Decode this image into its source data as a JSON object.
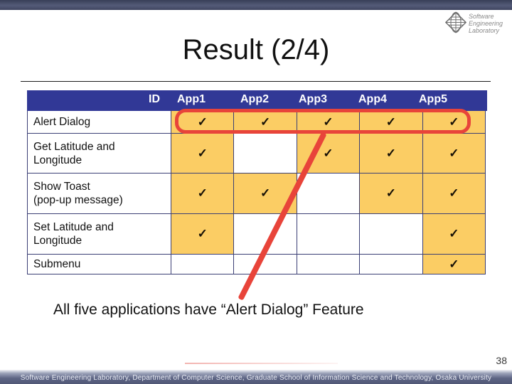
{
  "slide": {
    "title": "Result (2/4)",
    "caption": "All five applications have “Alert Dialog” Feature",
    "page_number": "38",
    "footer": "Software Engineering Laboratory, Department of Computer Science, Graduate School of Information Science and Technology, Osaka University"
  },
  "logo": {
    "lines": [
      "Software",
      "Engineering",
      "Laboratory"
    ]
  },
  "table": {
    "header": [
      "ID",
      "App1",
      "App2",
      "App3",
      "App4",
      "App5"
    ],
    "check_glyph": "✓",
    "rows": [
      {
        "label": "Alert Dialog",
        "checks": [
          true,
          true,
          true,
          true,
          true
        ]
      },
      {
        "label": "Get Latitude and\nLongitude",
        "checks": [
          true,
          false,
          true,
          true,
          true
        ]
      },
      {
        "label": "Show Toast\n(pop-up message)",
        "checks": [
          true,
          true,
          false,
          true,
          true
        ]
      },
      {
        "label": "Set Latitude and\nLongitude",
        "checks": [
          true,
          false,
          false,
          false,
          true
        ]
      },
      {
        "label": "Submenu",
        "checks": [
          false,
          false,
          false,
          false,
          true
        ]
      }
    ]
  },
  "colors": {
    "header_bg": "#313896",
    "checked_cell_bg": "#fbcd64",
    "table_border": "#3b3f75",
    "annotation_red": "#e8443a",
    "top_bar": "#474e6a",
    "footer_text": "#e9ecf4"
  }
}
